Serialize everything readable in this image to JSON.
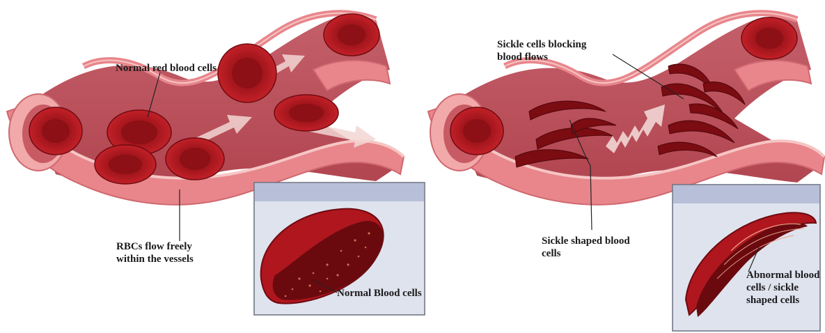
{
  "colors": {
    "vessel_outer": "#e8868c",
    "vessel_inner": "#c85a64",
    "vessel_lumen": "#b8454f",
    "vessel_edge": "#f4b8b8",
    "rbc": "#a8161c",
    "rbc_dark": "#6e0b10",
    "sickle": "#7a0c12",
    "inset_bg": "#dfe3ee",
    "inset_header": "#b7c0d8",
    "arrow": "#f2d6d4",
    "label_text": "#1a1a1a"
  },
  "left_panel": {
    "label_normal_rbc": "Normal red blood cells",
    "label_flow_line1": "RBCs flow freely",
    "label_flow_line2": "within the vessels",
    "inset_label": "Normal Blood cells"
  },
  "right_panel": {
    "label_blocking_line1": "Sickle cells blocking",
    "label_blocking_line2": "blood flows",
    "label_sickle_line1": "Sickle shaped blood",
    "label_sickle_line2": "cells",
    "inset_label_line1": "Abnormal blood",
    "inset_label_line2": "cells / sickle",
    "inset_label_line3": "shaped cells"
  }
}
